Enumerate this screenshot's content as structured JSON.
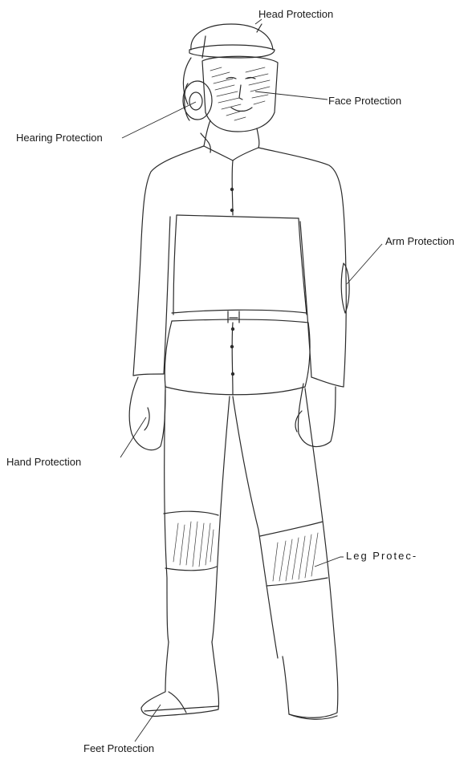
{
  "labels": {
    "head": "Head Protection",
    "face": "Face Protection",
    "hearing": "Hearing Protection",
    "arm": "Arm Protection",
    "hand": "Hand Protection",
    "leg": "Leg Protec-",
    "feet": "Feet Protection"
  },
  "colors": {
    "ink": "#2b2b2b",
    "background": "#ffffff"
  }
}
